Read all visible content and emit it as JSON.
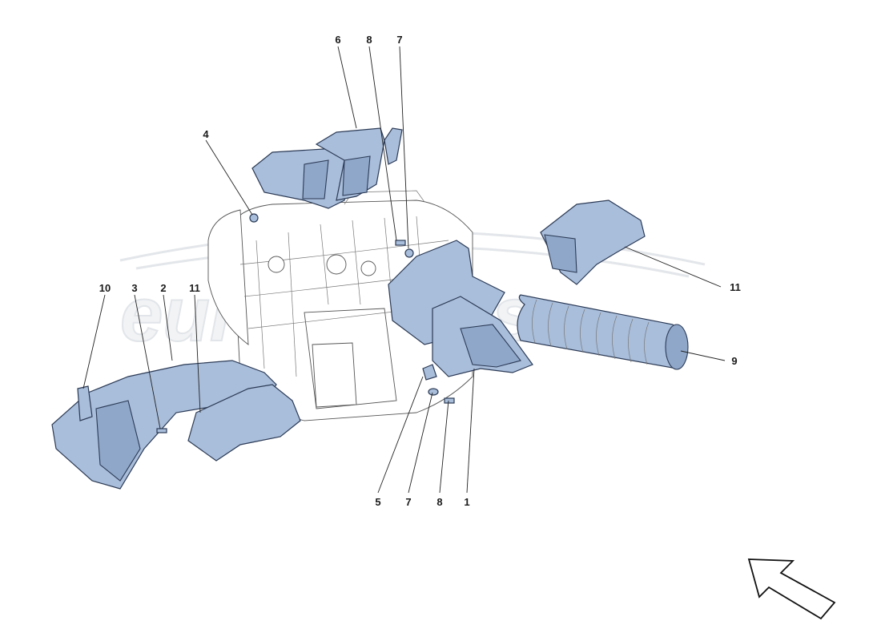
{
  "diagram": {
    "watermark_text": "eurospares",
    "callouts": [
      {
        "id": "c6",
        "label": "6"
      },
      {
        "id": "c8a",
        "label": "8"
      },
      {
        "id": "c7a",
        "label": "7"
      },
      {
        "id": "c4",
        "label": "4"
      },
      {
        "id": "c11a",
        "label": "11"
      },
      {
        "id": "c9",
        "label": "9"
      },
      {
        "id": "c10",
        "label": "10"
      },
      {
        "id": "c3",
        "label": "3"
      },
      {
        "id": "c2",
        "label": "2"
      },
      {
        "id": "c11b",
        "label": "11"
      },
      {
        "id": "c5",
        "label": "5"
      },
      {
        "id": "c7b",
        "label": "7"
      },
      {
        "id": "c8b",
        "label": "8"
      },
      {
        "id": "c1",
        "label": "1"
      }
    ],
    "colors": {
      "part_fill": "#a9bedb",
      "outline": "#2b3a55"
    },
    "icons": {
      "direction": "front-direction-arrow-icon"
    }
  }
}
